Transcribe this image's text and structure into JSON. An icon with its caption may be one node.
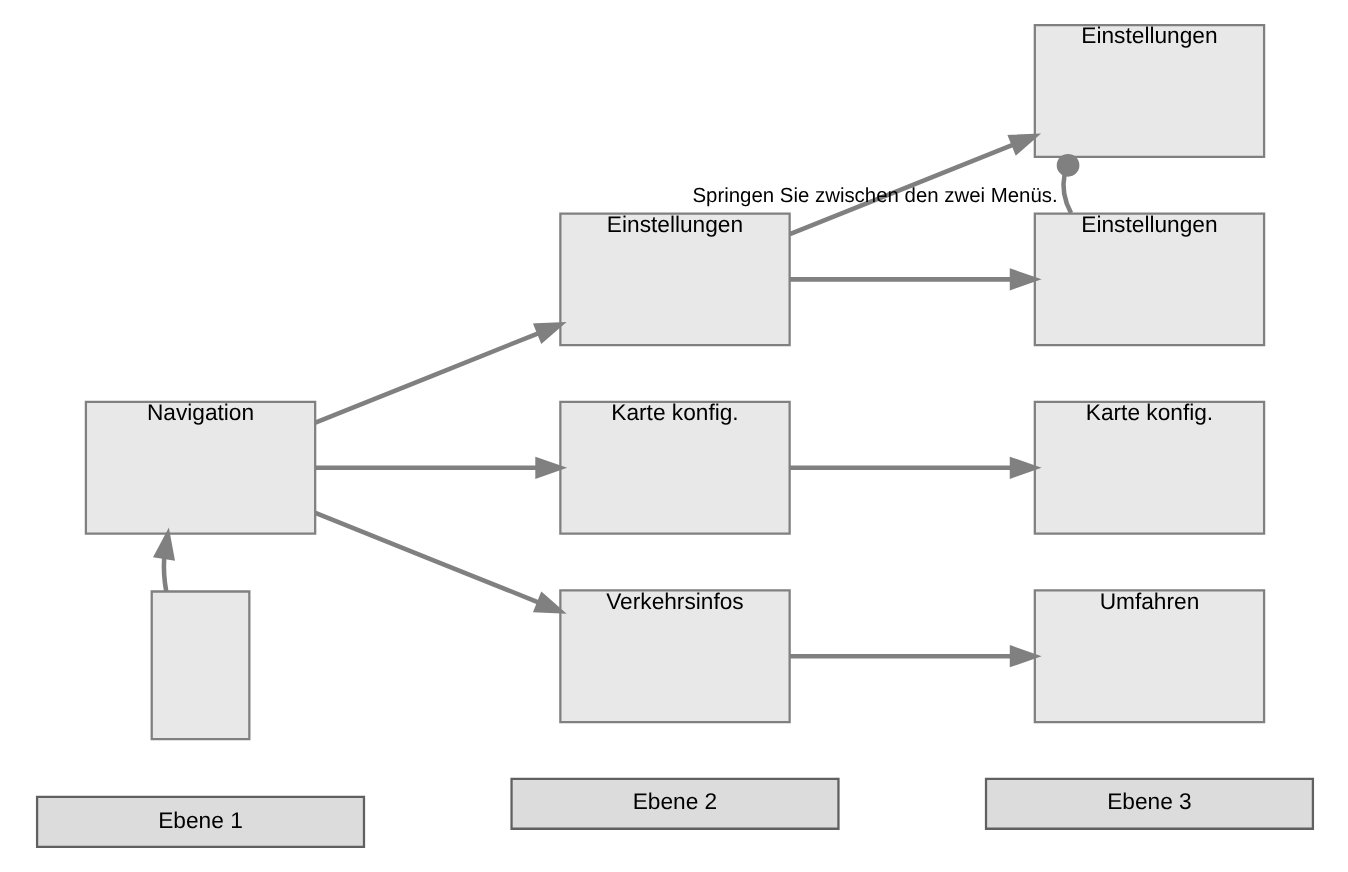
{
  "diagram": {
    "nodes": [
      {
        "text": [],
        "shape": "box"
      },
      {
        "text": [
          "Navigation"
        ]
      },
      {
        "text": [
          "Verkehrsinfos"
        ]
      },
      {
        "text": [
          "Karte konfig."
        ]
      },
      {
        "text": [
          "Einstellungen"
        ]
      },
      {
        "text": [
          "Umfahren"
        ]
      },
      {
        "text": [
          "Karte konfig."
        ]
      },
      {
        "text": [
          "Einstellungen"
        ]
      },
      {
        "text": [
          "Einstellungen"
        ]
      }
    ],
    "edges": [
      {
        "from": 0,
        "to": 1,
        "arrow": "to"
      },
      {
        "from": 1,
        "to": 2,
        "arrow": "to"
      },
      {
        "from": 1,
        "to": 3,
        "arrow": "to"
      },
      {
        "from": 1,
        "to": 4,
        "arrow": "to"
      },
      {
        "from": 2,
        "to": 5,
        "arrow": "to"
      },
      {
        "from": 3,
        "to": 6,
        "arrow": "to"
      },
      {
        "from": 4,
        "to": 7,
        "arrow": "to"
      },
      {
        "from": 4,
        "to": 8,
        "arrow": "to"
      },
      {
        "from": 7,
        "to": 8,
        "arrow": "other",
        "label": "Springen Sie zwischen den zwei Menüs."
      }
    ],
    "labels": [
      "Ebene 1",
      "Ebene 2",
      "Ebene 3"
    ]
  }
}
